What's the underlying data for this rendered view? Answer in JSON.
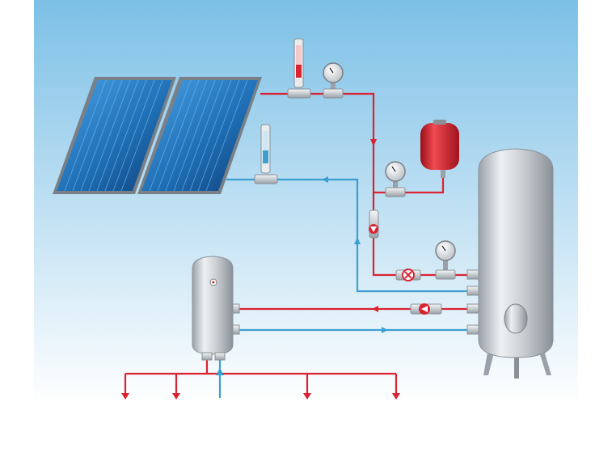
{
  "colors": {
    "sky_top": "#7cc0e6",
    "sky_bottom": "#ffffff",
    "hot_pipe": "#d92332",
    "cold_pipe": "#3c9fd0",
    "panel_blue": "#1f6fb5",
    "tank_silver": "#c9ced3",
    "expansion_tank": "#d81f2a"
  },
  "components": {
    "collector_panels": {
      "count": 2,
      "icon": "solar-panel-icon"
    },
    "storage_tank": {
      "icon": "storage-tank-icon"
    },
    "small_tank": {
      "icon": "boiler-tank-icon"
    },
    "expansion_vessel": {
      "icon": "expansion-vessel-icon"
    },
    "pressure_gauges": {
      "count": 3,
      "icon": "pressure-gauge-icon"
    },
    "flow_meters": {
      "count": 2,
      "icon": "flow-meter-icon"
    },
    "pumps": {
      "count": 2,
      "icon": "pump-icon"
    },
    "valve": {
      "icon": "valve-icon"
    },
    "outlets": {
      "count": 4,
      "icon": "arrow-down-icon"
    }
  }
}
